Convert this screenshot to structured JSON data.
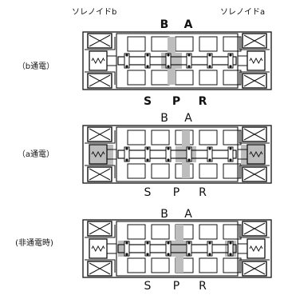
{
  "header": {
    "solenoid_left": "ソレノイドb",
    "solenoid_right": "ソレノイドa"
  },
  "states": [
    {
      "id": "b-energized",
      "label": "（b通電）",
      "ports_top": [
        "B",
        "A"
      ],
      "ports_bottom": [
        "S",
        "P",
        "R"
      ],
      "bold_ports": true
    },
    {
      "id": "a-energized",
      "label": "（a通電）",
      "ports_top": [
        "B",
        "A"
      ],
      "ports_bottom": [
        "S",
        "P",
        "R"
      ],
      "bold_ports": false
    },
    {
      "id": "de-energized",
      "label": "(非通電時)",
      "ports_top": [
        "B",
        "A"
      ],
      "ports_bottom": [
        "S",
        "P",
        "R"
      ],
      "bold_ports": false
    }
  ],
  "colors": {
    "line": "#111111",
    "flow_shade": "#bdbdbd",
    "background": "#ffffff"
  }
}
